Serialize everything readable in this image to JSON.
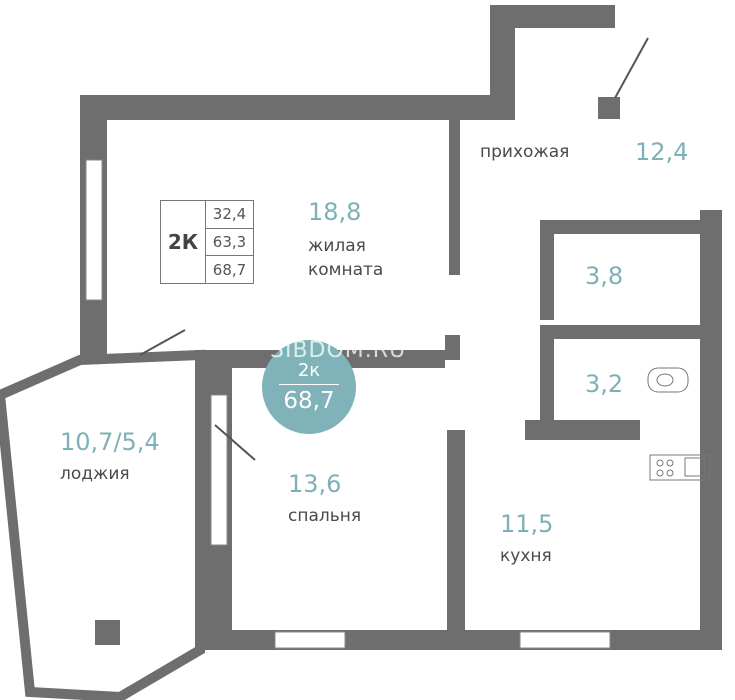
{
  "legend": {
    "type": "2К",
    "living_area": "32,4",
    "total_area": "63,3",
    "total_with_loggia": "68,7"
  },
  "badge": {
    "type": "2к",
    "area": "68,7"
  },
  "watermark": "SIBDOM.RU",
  "rooms": [
    {
      "name": "прихожая",
      "area": "12,4"
    },
    {
      "name": "жилая комната",
      "area": "18,8"
    },
    {
      "name": "",
      "area": "3,8"
    },
    {
      "name": "",
      "area": "3,2"
    },
    {
      "name": "лоджия",
      "area": "10,7/5,4"
    },
    {
      "name": "спальня",
      "area": "13,6"
    },
    {
      "name": "кухня",
      "area": "11,5"
    }
  ],
  "colors": {
    "wall": "#6e6e6e",
    "accent": "#7fb3b9"
  }
}
